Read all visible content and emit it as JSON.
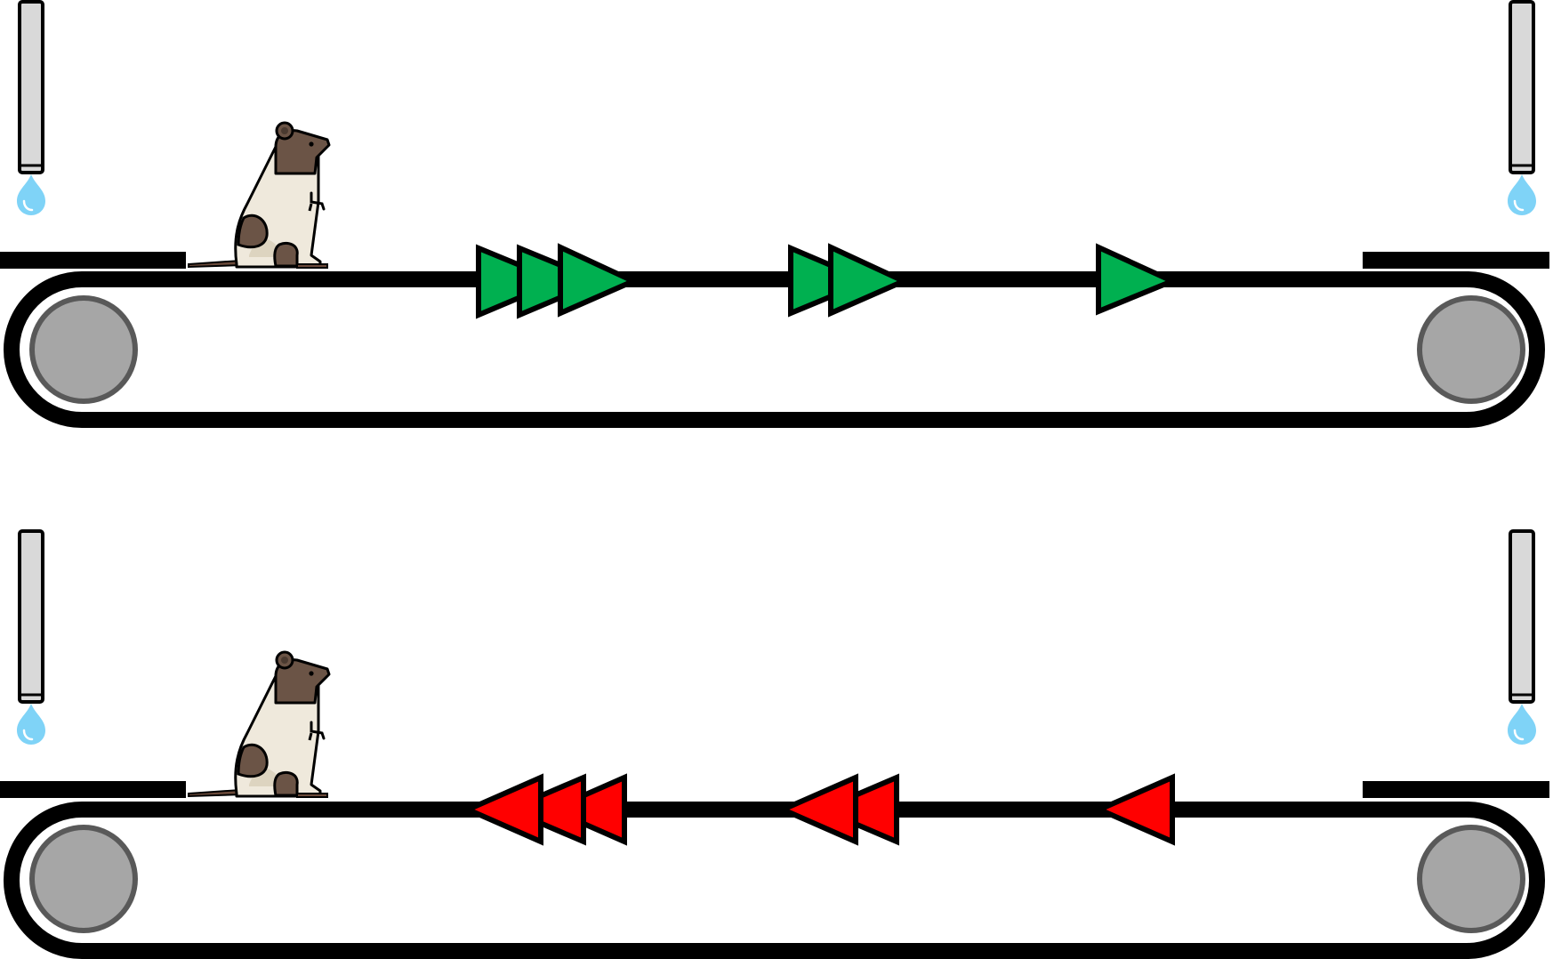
{
  "diagram": {
    "colors": {
      "background": "#ffffff",
      "belt": "#000000",
      "pulley_fill": "#a6a6a6",
      "pulley_rim": "#595959",
      "spout_fill": "#d9d9d9",
      "drop": "#7fd3f7",
      "forward_arrow": "#00b050",
      "backward_arrow": "#ff0000"
    },
    "panels": [
      {
        "id": "top",
        "belt_direction": "right",
        "arrow_color": "forward_arrow",
        "arrow_groups": [
          3,
          2,
          1
        ],
        "icons": [
          "water-spout-icon",
          "water-spout-icon",
          "rat-icon",
          "pulley-icon",
          "pulley-icon"
        ]
      },
      {
        "id": "bottom",
        "belt_direction": "left",
        "arrow_color": "backward_arrow",
        "arrow_groups": [
          3,
          2,
          1
        ],
        "icons": [
          "water-spout-icon",
          "water-spout-icon",
          "rat-icon",
          "pulley-icon",
          "pulley-icon"
        ]
      }
    ]
  }
}
